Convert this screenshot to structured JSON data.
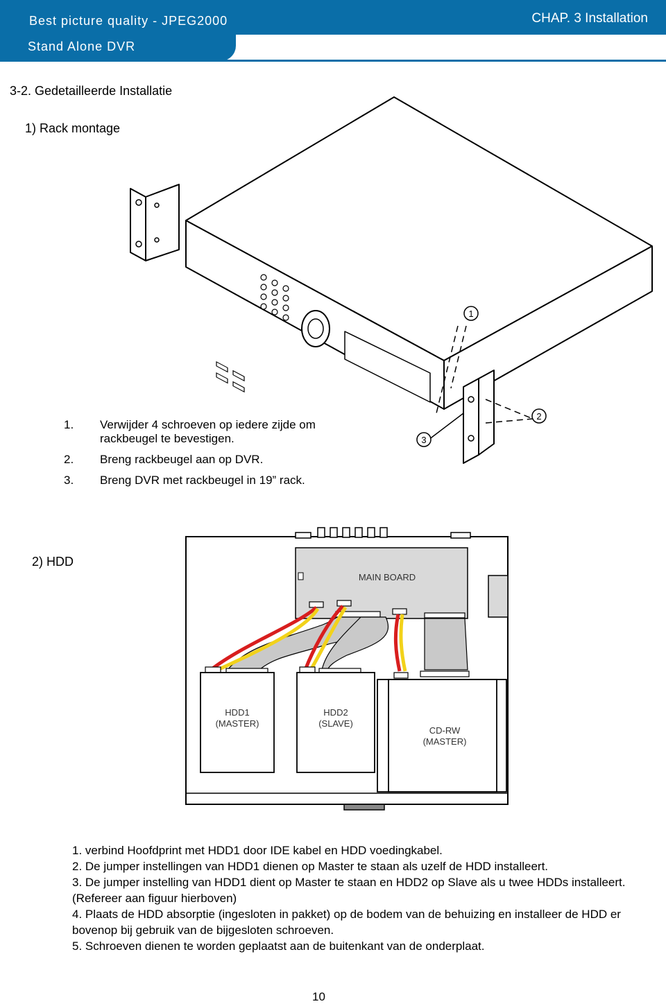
{
  "header": {
    "brand_line1": "Best picture quality - JPEG2000",
    "brand_line2": "Stand Alone DVR",
    "chapter": "CHAP. 3   Installation"
  },
  "section_title": "3-2. Gedetailleerde Installatie",
  "rack": {
    "subtitle": "1) Rack montage",
    "steps": [
      {
        "num": "1.",
        "text": "Verwijder 4 schroeven op iedere zijde om rackbeugel te bevestigen."
      },
      {
        "num": "2.",
        "text": "Breng rackbeugel aan op DVR."
      },
      {
        "num": "3.",
        "text": "Breng DVR met rackbeugel in 19” rack."
      }
    ],
    "callouts": [
      "1",
      "2",
      "3"
    ]
  },
  "hdd": {
    "subtitle": "2) HDD",
    "main_board_label": "MAIN BOARD",
    "hdd1_label_a": "HDD1",
    "hdd1_label_b": "(MASTER)",
    "hdd2_label_a": "HDD2",
    "hdd2_label_b": "(SLAVE)",
    "cdrw_label_a": "CD-RW",
    "cdrw_label_b": "(MASTER)",
    "steps": [
      "1. verbind Hoofdprint met HDD1 door IDE kabel en HDD voedingkabel.",
      "2. De jumper instellingen van HDD1 dienen op Master te staan als uzelf de HDD installeert.",
      "3. De jumper instelling van HDD1 dient op Master te staan en HDD2 op Slave als u twee HDDs installeert.(Refereer aan figuur hierboven)",
      "4. Plaats de HDD absorptie (ingesloten in pakket) op de bodem van de behuizing en installeer de HDD er bovenop bij gebruik van de bijgesloten schroeven.",
      "5. Schroeven dienen te worden geplaatst aan de buitenkant van de onderplaat."
    ]
  },
  "page_number": "10",
  "colors": {
    "header_blue": "#0a6ea8",
    "cable_red": "#d81e1e",
    "cable_yellow": "#f2d21a",
    "cable_gray": "#c9c9c9"
  }
}
